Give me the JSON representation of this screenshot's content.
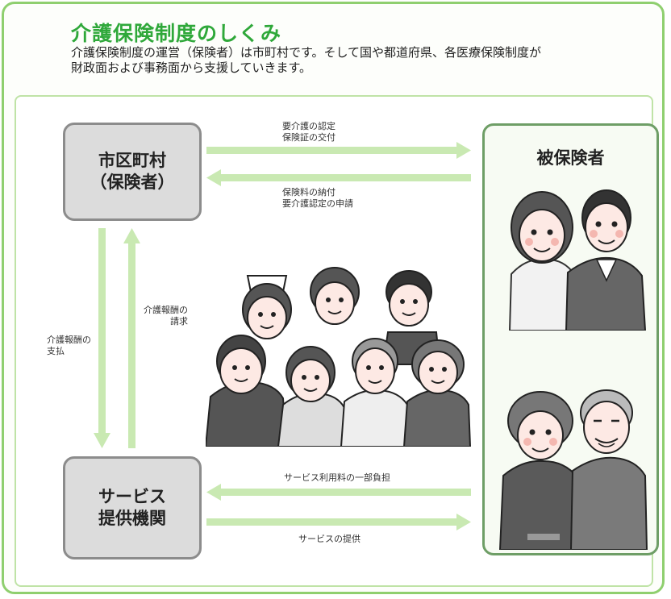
{
  "title": "介護保険制度のしくみ",
  "lead": {
    "line1": "介護保険制度の運営（保険者）は市町村です。そして国や都道府県、各医療保険制度が",
    "line2": "財政面および事務面から支援していきます。"
  },
  "nodes": {
    "municipality": {
      "line1": "市区町村",
      "line2": "（保険者）"
    },
    "service_provider": {
      "line1": "サービス",
      "line2": "提供機関"
    },
    "insured": {
      "label": "被保険者"
    }
  },
  "flows": {
    "to_insured": {
      "line1": "要介護の認定",
      "line2": "保険証の交付"
    },
    "to_municipality": {
      "line1": "保険料の納付",
      "line2": "要介護認定の申請"
    },
    "payment": {
      "line1": "介護報酬の",
      "line2": "支払"
    },
    "claim": {
      "line1": "介護報酬の",
      "line2": "請求"
    },
    "copay": {
      "label": "サービス利用料の一部負担"
    },
    "service": {
      "label": "サービスの提供"
    }
  },
  "colors": {
    "title": "#2fa83a",
    "frame": "#8fcf6f",
    "arrow": "#c9e9b2",
    "box_fill": "#dcdcdc"
  }
}
